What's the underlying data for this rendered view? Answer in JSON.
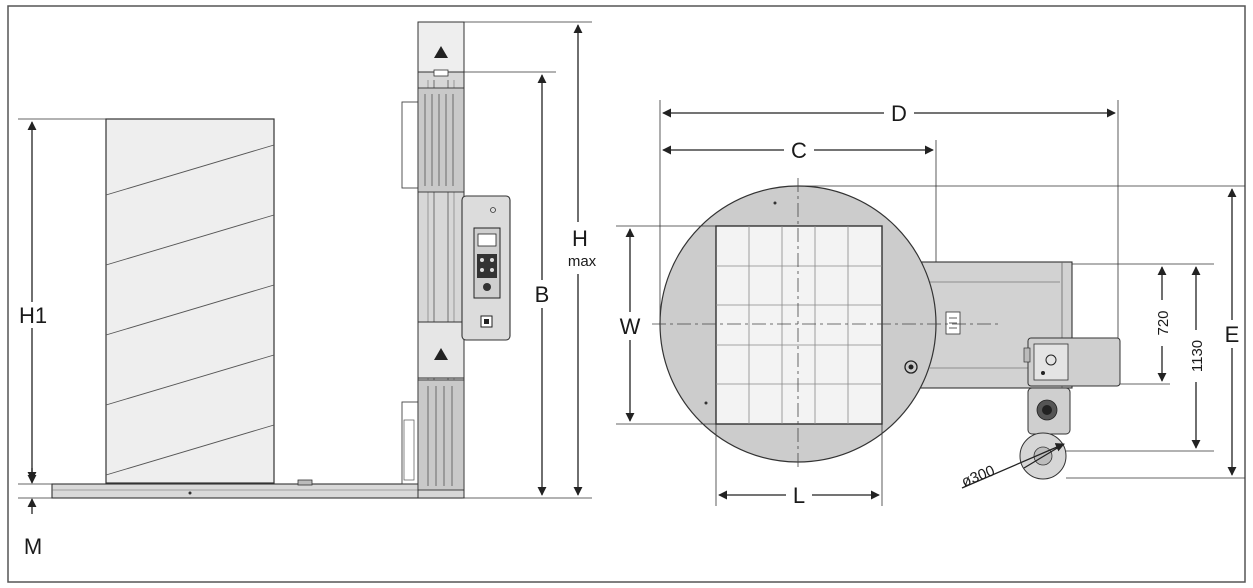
{
  "labels": {
    "h1": "H1",
    "m": "M",
    "b": "B",
    "h": "H",
    "max": "max",
    "d": "D",
    "c": "C",
    "w": "W",
    "l": "L",
    "e": "E",
    "dim_720": "720",
    "dim_1130": "1130",
    "dim_300": "ø300"
  }
}
